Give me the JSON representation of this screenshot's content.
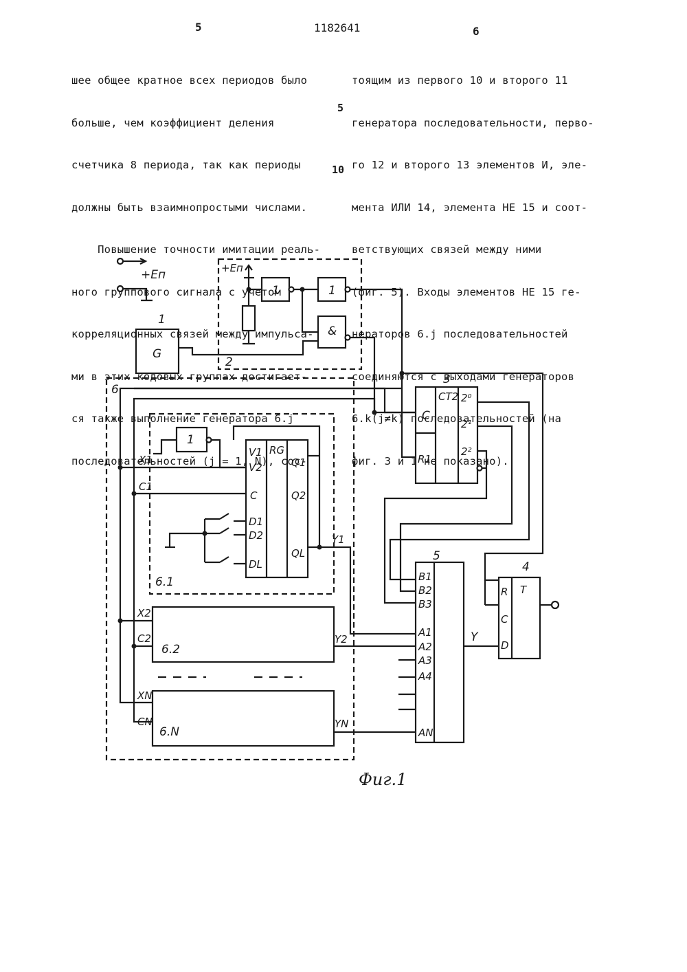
{
  "header": {
    "page_left": "5",
    "patent_number": "1182641",
    "page_right": "6"
  },
  "left_column": [
    "шее общее кратное всех периодов было",
    "больше, чем коэффициент деления",
    "счетчика 8 периода, так как периоды",
    "должны быть взаимнопростыми числами.",
    "    Повышение точности имитации реаль-",
    "ного группового сигнала с учетом",
    "корреляционных связей между импульса-",
    "ми в этих кодовых группах достигает-",
    "ся также выполнение генератора 6.j",
    "последовательностей (j = 1, N), сос-"
  ],
  "right_column": [
    "тоящим из первого 10 и второго 11",
    "генератора последовательности, перво-",
    "го 12 и второго 13 элементов И, эле-",
    "мента ИЛИ 14, элемента НЕ 15 и соот-",
    "ветствующих связей между ними",
    "(фиг. 5). Входы элементов НЕ 15 ге-",
    "нераторов 6.j последовательностей",
    "соединяются с выходами генераторов",
    "6.k(j≠k) последовательностей (на",
    "фиг. 3 и 1 не показано)."
  ],
  "line_numbers": {
    "five": "5",
    "ten": "10"
  },
  "figure": {
    "caption": "Фиг.1",
    "power_label": "+Еп",
    "inner_power_label": "+Еп",
    "block_labels": {
      "b1": "1",
      "b2": "2",
      "b3": "3",
      "b4": "4",
      "b5": "5",
      "b6": "6",
      "g": "G",
      "not1": "1",
      "not2": "1",
      "not3": "1",
      "and": "&",
      "ctr": "CT2",
      "ctr_c": "C",
      "ctr_r1": "R1",
      "q0": "2⁰",
      "q1": "2¹",
      "q2": "2²",
      "rg": "RG",
      "v1": "V1",
      "v2": "V2",
      "c": "C",
      "d1": "D1",
      "d2": "D2",
      "dl": "DL",
      "qo1": "Q1",
      "qo2": "Q2",
      "qol": "QL",
      "g61": "6.1",
      "g62": "6.2",
      "g6n": "6.N",
      "x1": "X1",
      "c1": "C1",
      "x2": "X2",
      "c2": "C2",
      "xn": "XN",
      "cn": "CN",
      "y1": "Y1",
      "y2": "Y2",
      "yn": "YN",
      "y": "Y",
      "mb1": "B1",
      "mb2": "B2",
      "mb3": "B3",
      "ma1": "A1",
      "ma2": "A2",
      "ma3": "A3",
      "ma4": "A4",
      "man": "AN",
      "tr": "R",
      "tc": "C",
      "td": "D",
      "tt": "T"
    }
  }
}
